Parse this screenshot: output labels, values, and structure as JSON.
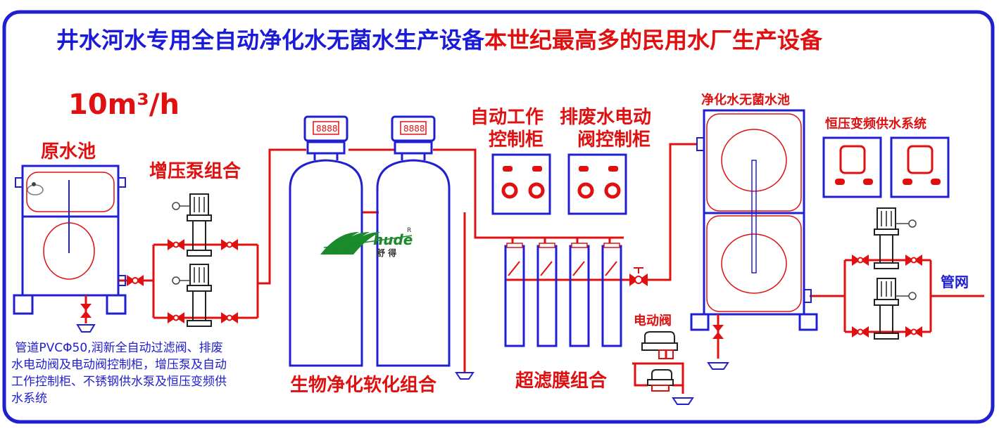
{
  "title": {
    "part1": "井水河水专用全自动净化水无菌水生产设备",
    "part2": "本世纪最高多的民用水厂生产设备"
  },
  "capacity": "10m³/h",
  "labels": {
    "raw_tank": "原水池",
    "booster": "增压泵组合",
    "auto_cabinet_l1": "自动工作",
    "auto_cabinet_l2": "控制柜",
    "drain_cabinet_l1": "排废水电动",
    "drain_cabinet_l2": "阀控制柜",
    "pure_tank": "净化水无菌水池",
    "const_pressure": "恒压变频供水系统",
    "net": "管网",
    "motor_valve": "电动阀",
    "softener": "生物净化软化组合",
    "uf": "超滤膜组合"
  },
  "display": {
    "head1": "8888",
    "head2": "8888"
  },
  "logo": {
    "text": "hude",
    "cn": "舒 得",
    "mark": "R"
  },
  "description": [
    " 管道PVCΦ50,润新全自动过滤阀、排废",
    "水电动阀及电动阀控制柜，增压泵及自动",
    "工作控制柜、不锈钢供水泵及恒压变频供",
    "水系统"
  ],
  "colors": {
    "blue": "#2020d0",
    "red": "#e01010",
    "title_blue": "#1a1ad8"
  }
}
